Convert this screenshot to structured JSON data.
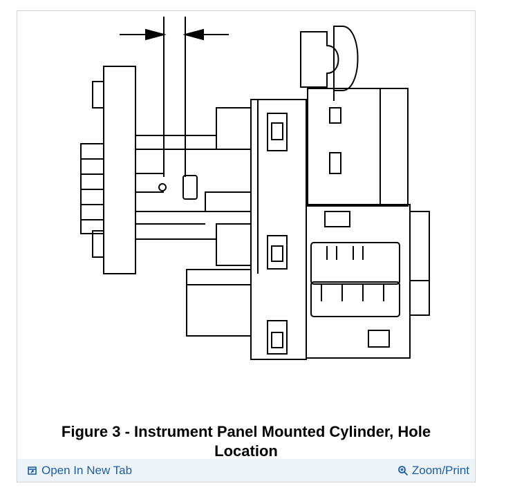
{
  "figure": {
    "caption_line1": "Figure 3 - Instrument Panel Mounted Cylinder, Hole",
    "caption_line2": "Location"
  },
  "footer": {
    "open_label": "Open In New Tab",
    "zoom_label": "Zoom/Print",
    "link_color": "#1a5ea8"
  },
  "icons": {
    "open": "open-in-new-tab-icon",
    "zoom": "magnifier-zoom-icon"
  }
}
